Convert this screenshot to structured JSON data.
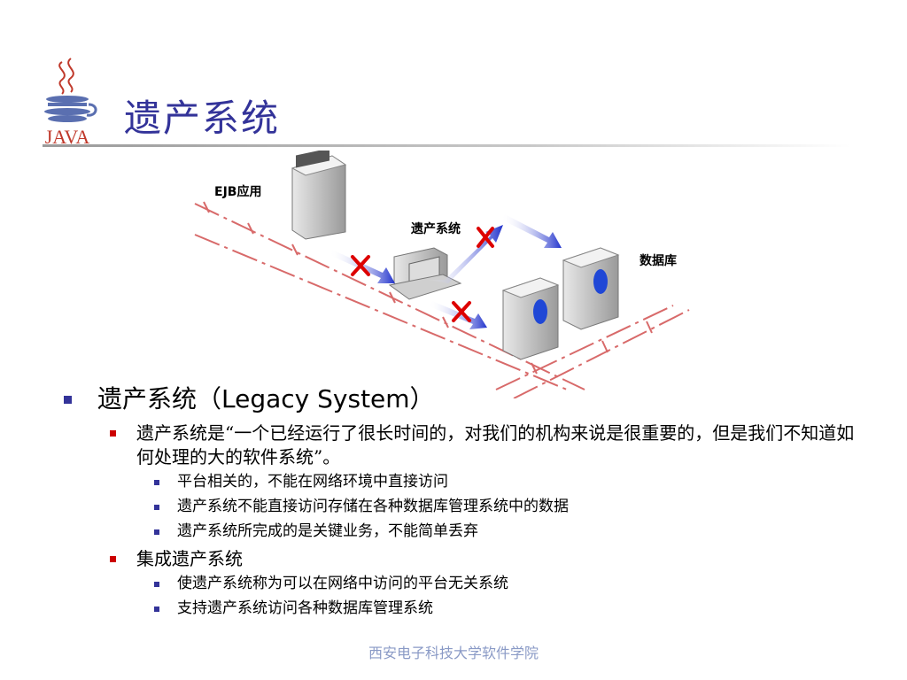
{
  "slide": {
    "title": "遗产系统",
    "footer": "西安电子科技大学软件学院"
  },
  "logo": {
    "text": "JAVA"
  },
  "diagram": {
    "labels": {
      "ejb": "EJB应用",
      "legacy": "遗产系统",
      "database": "数据库"
    }
  },
  "content": {
    "bullet1": "遗产系统（Legacy System）",
    "bullet1_1": "遗产系统是“一个已经运行了很长时间的，对我们的机构来说是很重要的，但是我们不知道如何处理的大的软件系统”。",
    "bullet1_1_items": [
      "平台相关的，不能在网络环境中直接访问",
      "遗产系统不能直接访问存储在各种数据库管理系统中的数据",
      "遗产系统所完成的是关键业务，不能简单丢弃"
    ],
    "bullet1_2": "集成遗产系统",
    "bullet1_2_items": [
      "使遗产系统称为可以在网络中访问的平台无关系统",
      "支持遗产系统访问各种数据库管理系统"
    ]
  },
  "colors": {
    "accent": "#333399",
    "bullet_red": "#cc0000",
    "cross": "#dd0000",
    "arrow": "#2233cc"
  }
}
